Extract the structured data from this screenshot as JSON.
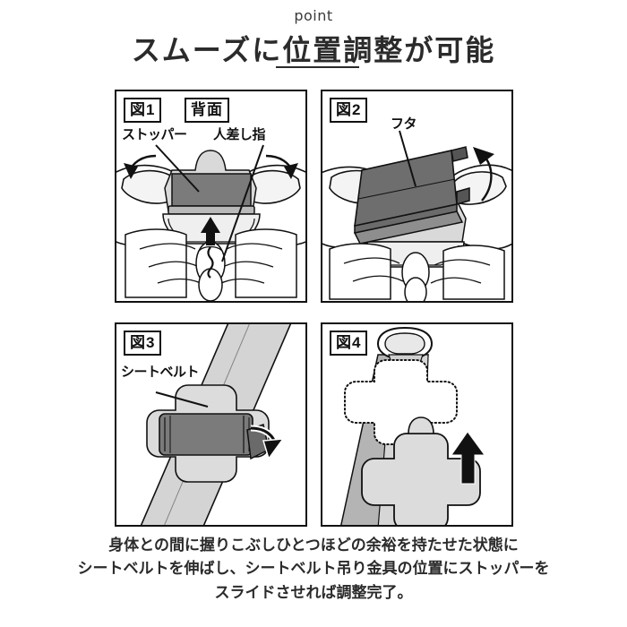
{
  "header": {
    "eyebrow": "point",
    "title": "スムーズに位置調整が可能"
  },
  "panels": [
    {
      "id": "figure-1",
      "fig_tag": "図1",
      "side_tag": "背面",
      "callouts": [
        {
          "name": "stopper",
          "text": "ストッパー"
        },
        {
          "name": "index-finger",
          "text": "人差し指"
        }
      ]
    },
    {
      "id": "figure-2",
      "fig_tag": "図2",
      "side_tag": "",
      "callouts": [
        {
          "name": "lid",
          "text": "フタ"
        }
      ]
    },
    {
      "id": "figure-3",
      "fig_tag": "図3",
      "side_tag": "",
      "callouts": [
        {
          "name": "seatbelt",
          "text": "シートベルト"
        }
      ]
    },
    {
      "id": "figure-4",
      "fig_tag": "図4",
      "side_tag": "",
      "callouts": []
    }
  ],
  "caption": {
    "line1": "身体との間に握りこぶしひとつほどの余裕を持たせた状態に",
    "line2": "シートベルトを伸ばし、シートベルト吊り金具の位置にストッパーを",
    "line3": "スライドさせれば調整完了。"
  },
  "colors": {
    "ink": "#111111",
    "text": "#2b2b2b",
    "eyebrow": "#3a3a3a",
    "background": "#ffffff",
    "light_gray": "#e2e2e2",
    "mid_gray": "#c9c9c9",
    "dark_gray": "#7d7d7d",
    "darker_gray": "#6a6a6a"
  }
}
